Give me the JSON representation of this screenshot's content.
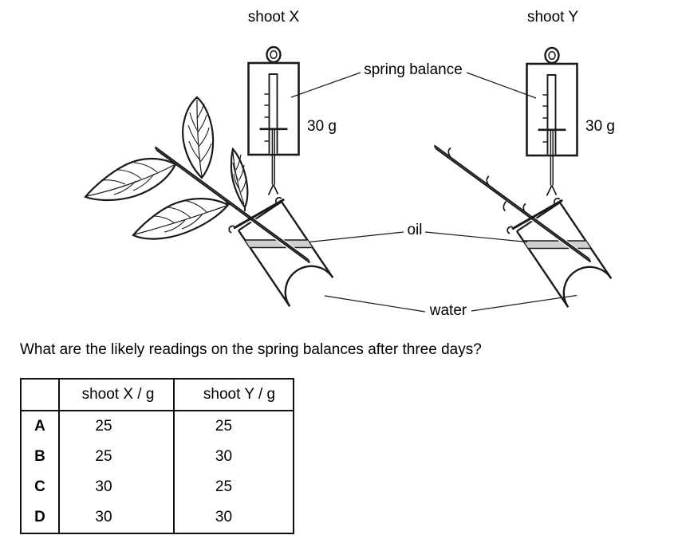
{
  "figure": {
    "shoot_x_title": "shoot X",
    "shoot_y_title": "shoot Y",
    "spring_balance_label": "spring balance",
    "balance_x_reading": "30 g",
    "balance_y_reading": "30 g",
    "oil_label": "oil",
    "water_label": "water"
  },
  "question_text": "What are the likely readings on the spring balances after three days?",
  "answer_table": {
    "col_headers": [
      "shoot X / g",
      "shoot Y / g"
    ],
    "rows": [
      {
        "option": "A",
        "shoot_x_g": "25",
        "shoot_y_g": "25"
      },
      {
        "option": "B",
        "shoot_x_g": "25",
        "shoot_y_g": "30"
      },
      {
        "option": "C",
        "shoot_x_g": "30",
        "shoot_y_g": "25"
      },
      {
        "option": "D",
        "shoot_x_g": "30",
        "shoot_y_g": "30"
      }
    ]
  },
  "colors": {
    "ink": "#1a1a1a",
    "text": "#000000",
    "oil_fill": "#cfcfcf",
    "background": "#ffffff"
  }
}
